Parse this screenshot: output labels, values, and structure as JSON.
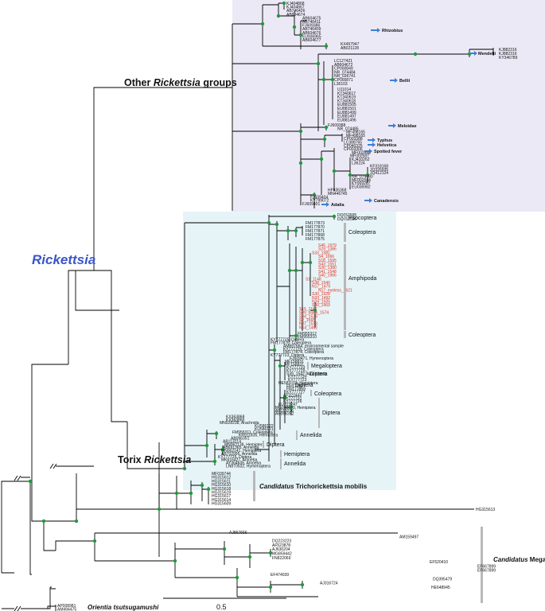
{
  "groups": {
    "other_prefix": "Other ",
    "other_italic": "Rickettsia",
    "other_suffix": " groups",
    "torix_prefix": "Torix ",
    "torix_italic": "Rickettsia",
    "genus": "Rickettsia",
    "trichorickettsia_italic": "Candidatus",
    "trichorickettsia_rest": " Trichorickettsia mobilis",
    "megaira_italic": "Candidatus",
    "megaira_rest": " Megaira",
    "orientia": "Orientia tsutsugamushi"
  },
  "colors": {
    "other_panel": "#ece9f6",
    "torix_panel": "#e6f4f8",
    "genus_label": "#3a56c9",
    "node": "#1f9a3a",
    "highlight_taxa": "#e0301e",
    "arrow": "#3d7fd1",
    "order_bar": "#b8b8b8"
  },
  "tree": {
    "a1_top": [
      "KJ404868",
      "KJ404867",
      "AB746426",
      "AB604674",
      "AB604675",
      "AB746411",
      "FJ609386",
      "AB746409",
      "AB604676",
      "EU935965",
      "AB604677"
    ],
    "a1_bottom": [
      "KX457947",
      "AB021128"
    ],
    "mendelii": [
      "KJ882316",
      "KJ882316",
      "KY346789"
    ],
    "bellii_top": [
      "LC127421",
      "AB604672",
      "CP000849",
      "NR_074484",
      "NR_036741",
      "CP000871",
      "L36103"
    ],
    "bellii_bottom": [
      "U11014",
      "KT340617",
      "KT340619",
      "KT340618",
      "EU881505",
      "EU881501",
      "EU881499",
      "EU881497",
      "EU881496"
    ],
    "mid": [
      "FJ609388",
      "NR_074485",
      "MF498165",
      "MF498165",
      "CP003388",
      "LC388765",
      "CP040325",
      "CP003306",
      "MF002588",
      "MF002587",
      "KJ410262",
      "L36224",
      "KF318168",
      "JQ326935",
      "JQ412124",
      "NR_074480",
      "MF002584",
      "KY069267",
      "EU036982",
      "HF935368",
      "MN446745",
      "FJ609404",
      "KY799072",
      "FJ609401"
    ],
    "torix1": [
      "DQ652595",
      "DQ652596",
      "FM177873",
      "FM177870",
      "FM177871",
      "FM177868",
      "FM177875"
    ],
    "red": [
      "S46_1979",
      "S29_1386",
      "S33_1582",
      "S4_1066",
      "S18_1595",
      "S43_1551",
      "S26_1380",
      "S41_1548",
      "S45_1966",
      "S1_1148",
      "S38_1540",
      "N17_1479",
      "N17_eyeless_1621",
      "S30_1528",
      "N33_1492",
      "N34_1505",
      "S40_1969",
      "S15_1167",
      "S39_black_1574",
      "S34_1529",
      "S2_1565",
      "N37_1513",
      "N14_1462"
    ],
    "torix2": [
      "FM955312",
      "FM955310",
      "KY777725, Diptera",
      "FM177876, Coleoptera",
      "AM697664, environmental sample",
      "KY777725, Coleoptera",
      "FM177874, Coleoptera",
      "KY777723, Diptera",
      "FJ609471, Hymenoptera",
      "MF158831",
      "MF158831",
      "KY777733",
      "KY777729",
      "S39_1542, Amphipoda",
      "KY777724",
      "KY777723",
      "HE583203, Hemiptera",
      "FM177877",
      "FM177869",
      "KY777727",
      "AF322443",
      "KY777731",
      "KY777726",
      "EU223247",
      "MG083870, Hemiptera",
      "AB113216",
      "AB066352",
      "KX363868",
      "KX363866",
      "MN528238, Arachnida",
      "KU586122",
      "KU586121",
      "FM955311, Coleoptera",
      "KR911835, Hemiptera",
      "AB066351",
      "AB113214",
      "MN062138, Hemiptera",
      "AB691365, Annelida",
      "MN062141, Hemiptera",
      "AB702995, Annelida",
      "KY777725, Diptera",
      "MK616427, Amoeba",
      "AY364636, Amoeba",
      "LN870532, Hymenoptera"
    ],
    "tricho": [
      "MF039744",
      "HG315612",
      "HG315611",
      "HG315610",
      "HG315618",
      "HG315619",
      "HG315617",
      "HG315614",
      "HG315609"
    ],
    "outlier": "HG315613",
    "megaira": [
      "AJ867656",
      "AM159497",
      "DQ223223",
      "AF523878",
      "AJ630204",
      "MG859442",
      "FN822069",
      "EF520410",
      "EF667899",
      "EF667899",
      "EF474039",
      "DQ395479",
      "AJ316724",
      "HE648945"
    ],
    "orientia": [
      "AP008981",
      "AM494475"
    ]
  },
  "annotations": {
    "rhizobius": "Rhizobius",
    "mendelii": "Mendelii",
    "bellii": "Bellii",
    "meloidae": "Meloidae",
    "typhus": "Typhus",
    "helvetica": "Helvetica",
    "spotted_fever": "Spotted fever",
    "canadensis": "Canadensis",
    "adalia": "Adalia"
  },
  "orders": {
    "psocoptera": "Psocoptera",
    "coleoptera1": "Coleoptera",
    "amphipoda": "Amphipoda",
    "coleoptera2": "Coleoptera",
    "megaloptera": "Megaloptera",
    "diptera1": "Diptera",
    "diptera2": "Diptera",
    "coleoptera3": "Coleoptera",
    "diptera3": "Diptera",
    "annelida1": "Annelida",
    "diptera4": "Diptera",
    "hemiptera": "Hemiptera",
    "annelida2": "Annelida"
  },
  "scale_bar": {
    "label": "0.5"
  }
}
